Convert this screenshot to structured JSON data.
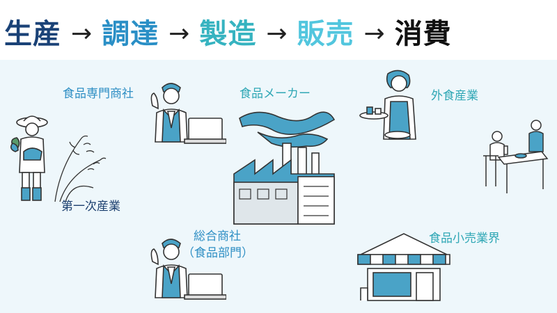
{
  "stages": [
    {
      "label": "生産",
      "color": "#1a4277"
    },
    {
      "label": "調達",
      "color": "#2a8fc6"
    },
    {
      "label": "製造",
      "color": "#36b3c0"
    },
    {
      "label": "販売",
      "color": "#52c6de"
    },
    {
      "label": "消費",
      "color": "#111111"
    }
  ],
  "arrow": "→",
  "nodes": {
    "primary": "第一次産業",
    "food_trading": "食品専門商社",
    "general_trading_line1": "総合商社",
    "general_trading_line2": "（食品部門）",
    "manufacturer": "食品メーカー",
    "food_service": "外食産業",
    "food_retail": "食品小売業界"
  },
  "colors": {
    "accent_navy": "#1a3e6e",
    "accent_blue": "#2f8fc4",
    "accent_teal": "#2fa7b5",
    "panel_bg": "#eef7fb",
    "illustration_blue": "#4aa3c7"
  }
}
